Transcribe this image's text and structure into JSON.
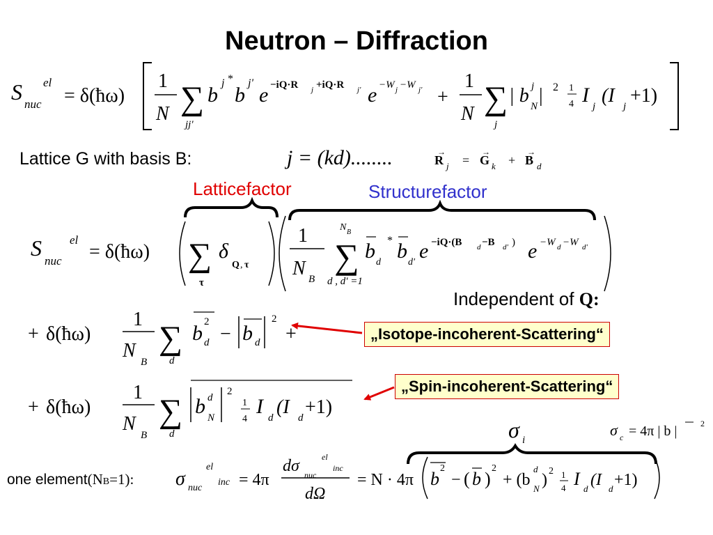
{
  "slide": {
    "title": "Neutron – Diffraction",
    "basis_label": "Lattice G with basis B",
    "basis_colon": ":",
    "basis_formula": "j = (kd)........",
    "latticefactor_label": "Latticefactor",
    "structurefactor_label": "Structurefactor",
    "independent_label": "Independent of",
    "independent_symbol": "Q:",
    "isotope_callout": "„Isotope-incoherent-Scattering“",
    "spin_callout": "„Spin-incoherent-Scattering“",
    "one_element_label": "one element",
    "one_element_cond": "(N",
    "one_element_sub": "B",
    "one_element_tail": "=1):"
  },
  "colors": {
    "latticefactor": "#e00000",
    "structurefactor": "#3030cc",
    "callout_border": "#cc0000",
    "callout_fill": "#ffffcc",
    "arrow": "#e00000"
  },
  "math": {
    "S": "S",
    "nuc": "nuc",
    "el": "el",
    "eq_delta": "= δ(ħω)",
    "delta_hw": "δ(ħω)",
    "delta": "δ",
    "one": "1",
    "N": "N",
    "NB": "N",
    "B_sub": "B",
    "sum": "∑",
    "jj": "jj'",
    "j": "j",
    "b": "b",
    "bstar": "*",
    "jprime": "j'",
    "e": "e",
    "exp1": "−iQ·R",
    "exp1_sub": "j",
    "exp1_b": " +iQ·R",
    "exp1_sub2": "j'",
    "expW": "−W",
    "expW_sub": "j",
    "expW2": " −W",
    "expW2_sub": "j'",
    "plus": "+",
    "abs_bN": "| b",
    "bN_sup": "j",
    "bN_sub": "N",
    "abs_close": " |",
    "sq": "2",
    "quarter_n": "1",
    "quarter_d": "4",
    "I": "I",
    "Ij": "(I",
    "plus1": " +1)",
    "Rj": "R",
    "Gk": "G",
    "Bd": "B",
    "sub_j": "j",
    "sub_k": "k",
    "sub_d": "d",
    "eq": "=",
    "Q": "Q",
    "tau": "τ",
    "comma": ",",
    "d_dprime": "d , d' =1",
    "bd": "b",
    "bdprime": "d'",
    "expQ": "−iQ·(B",
    "expQ_sub": "d",
    "expQ_mid": " −B",
    "expQ_sub2": "d'",
    "expQ_end": ")",
    "expWd": "−W",
    "expWd_sub": "d",
    "expWd2": " −W",
    "expWd2_sub": "d'",
    "minus": "−",
    "d": "d",
    "sigma": "σ",
    "sub_i": "i",
    "sub_c": "c",
    "sigma_c_rhs": "= 4π | b |",
    "sigma_c_sq": "2",
    "inc": "inc",
    "four_pi": "= 4π",
    "dsigma": "dσ",
    "dOmega": "dΩ",
    "N4pi": "= N · 4π",
    "paren_l": "(",
    "paren_r": ")",
    "plus_paren": "+ (b"
  }
}
